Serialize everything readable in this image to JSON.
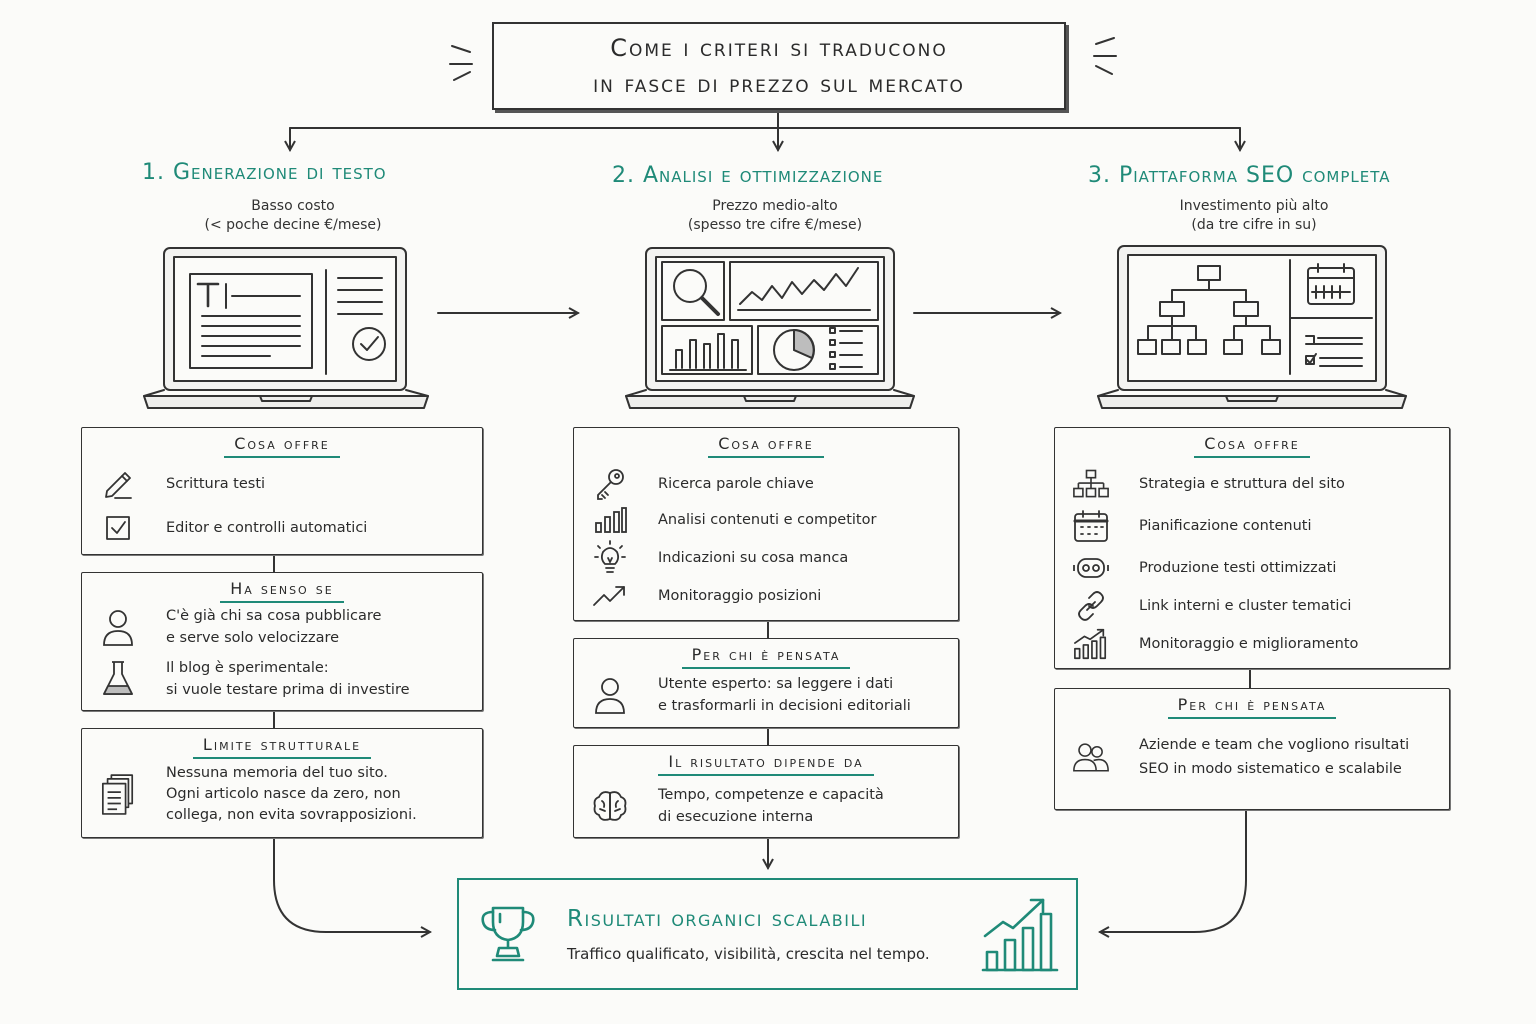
{
  "header": {
    "title_line1": "Come i criteri si traducono",
    "title_line2": "in fasce di prezzo sul mercato"
  },
  "colors": {
    "accent": "#1f8a78",
    "ink": "#2b2b2b"
  },
  "columns": [
    {
      "title": "1. Generazione di testo",
      "price_line1": "Basso costo",
      "price_line2": "(< poche decine €/mese)",
      "laptop_icon": "text-editor-screen-icon",
      "offer": {
        "heading": "Cosa offre",
        "items": [
          "Scrittura testi",
          "Editor e controlli automatici"
        ]
      },
      "makes_sense": {
        "heading": "Ha senso se",
        "items": [
          {
            "line1": "C'è già chi sa cosa pubblicare",
            "line2": "e serve solo velocizzare"
          },
          {
            "line1": "Il blog è sperimentale:",
            "line2": "si vuole testare prima di investire"
          }
        ]
      },
      "limit": {
        "heading": "Limite strutturale",
        "line1": "Nessuna memoria del tuo sito.",
        "line2": "Ogni articolo nasce da zero, non",
        "line3": "collega, non evita sovrapposizioni."
      }
    },
    {
      "title": "2. Analisi e ottimizzazione",
      "price_line1": "Prezzo medio-alto",
      "price_line2": "(spesso tre cifre €/mese)",
      "laptop_icon": "analytics-dashboard-screen-icon",
      "offer": {
        "heading": "Cosa offre",
        "items": [
          "Ricerca parole chiave",
          "Analisi contenuti e competitor",
          "Indicazioni su cosa manca",
          "Monitoraggio posizioni"
        ]
      },
      "audience": {
        "heading": "Per chi è pensata",
        "line1": "Utente esperto: sa leggere i dati",
        "line2": "e trasformarli in decisioni editoriali"
      },
      "depends": {
        "heading": "Il risultato dipende da",
        "line1": "Tempo, competenze e capacità",
        "line2": "di esecuzione interna"
      }
    },
    {
      "title": "3. Piattaforma SEO completa",
      "price_line1": "Investimento più alto",
      "price_line2": "(da tre cifre in su)",
      "laptop_icon": "site-structure-screen-icon",
      "offer": {
        "heading": "Cosa offre",
        "items": [
          "Strategia e struttura del sito",
          "Pianificazione contenuti",
          "Produzione testi ottimizzati",
          "Link interni e cluster tematici",
          "Monitoraggio e miglioramento"
        ]
      },
      "audience": {
        "heading": "Per chi è pensata",
        "line1": "Aziende e team che vogliono risultati",
        "line2": "SEO in modo sistematico e scalabile"
      }
    }
  ],
  "result": {
    "title": "Risultati organici scalabili",
    "subtitle": "Traffico qualificato, visibilità, crescita nel tempo."
  }
}
